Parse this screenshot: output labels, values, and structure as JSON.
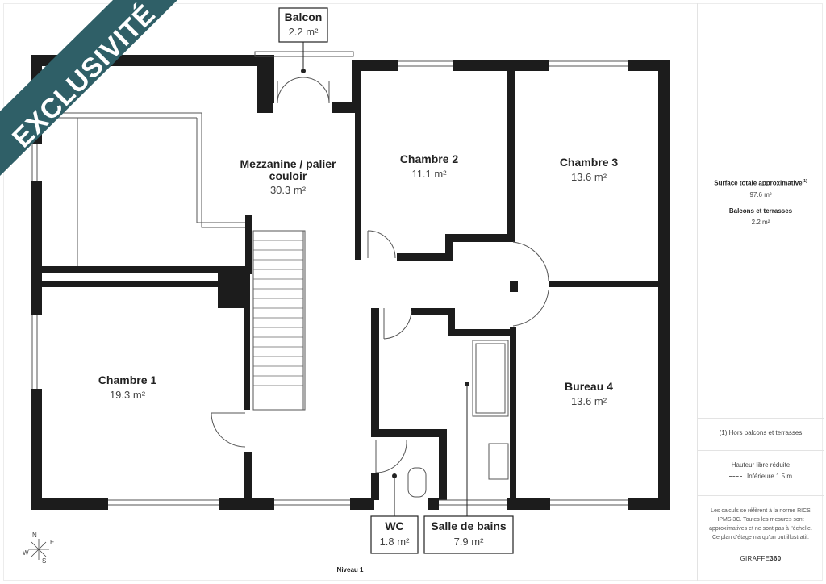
{
  "banner": {
    "text": "EXCLUSIVITÉ",
    "color": "#2f5f67"
  },
  "level_label": "Niveau 1",
  "rooms": {
    "mezzanine": {
      "name_line1": "Mezzanine / palier",
      "name_line2": "couloir",
      "area": "30.3 m²"
    },
    "chambre2": {
      "name": "Chambre 2",
      "area": "11.1 m²"
    },
    "chambre3": {
      "name": "Chambre 3",
      "area": "13.6 m²"
    },
    "chambre1": {
      "name": "Chambre 1",
      "area": "19.3 m²"
    },
    "bureau4": {
      "name": "Bureau 4",
      "area": "13.6 m²"
    }
  },
  "callouts": {
    "balcon": {
      "name": "Balcon",
      "area": "2.2 m²"
    },
    "wc": {
      "name": "WC",
      "area": "1.8 m²"
    },
    "sdb": {
      "name": "Salle de bains",
      "area": "7.9 m²"
    }
  },
  "compass": {
    "n": "N",
    "e": "E",
    "s": "S",
    "w": "W"
  },
  "side": {
    "surface_title": "Surface totale approximative",
    "surface_note": "(1)",
    "surface_value": "97.6 m²",
    "balcons_title": "Balcons et terrasses",
    "balcons_value": "2.2 m²",
    "footnote": "(1) Hors balcons et terrasses",
    "height_title": "Hauteur libre réduite",
    "height_value": "Inférieure 1.5 m",
    "disclaimer": "Les calculs se réfèrent à la norme RICS IPMS 3C. Toutes les mesures sont approximatives et ne sont pas à l'échelle. Ce plan d'étage n'a qu'un but illustratif.",
    "brand_a": "GIRAFFE",
    "brand_b": "360"
  },
  "colors": {
    "wall": "#1c1c1c",
    "fixture": "#555555"
  }
}
